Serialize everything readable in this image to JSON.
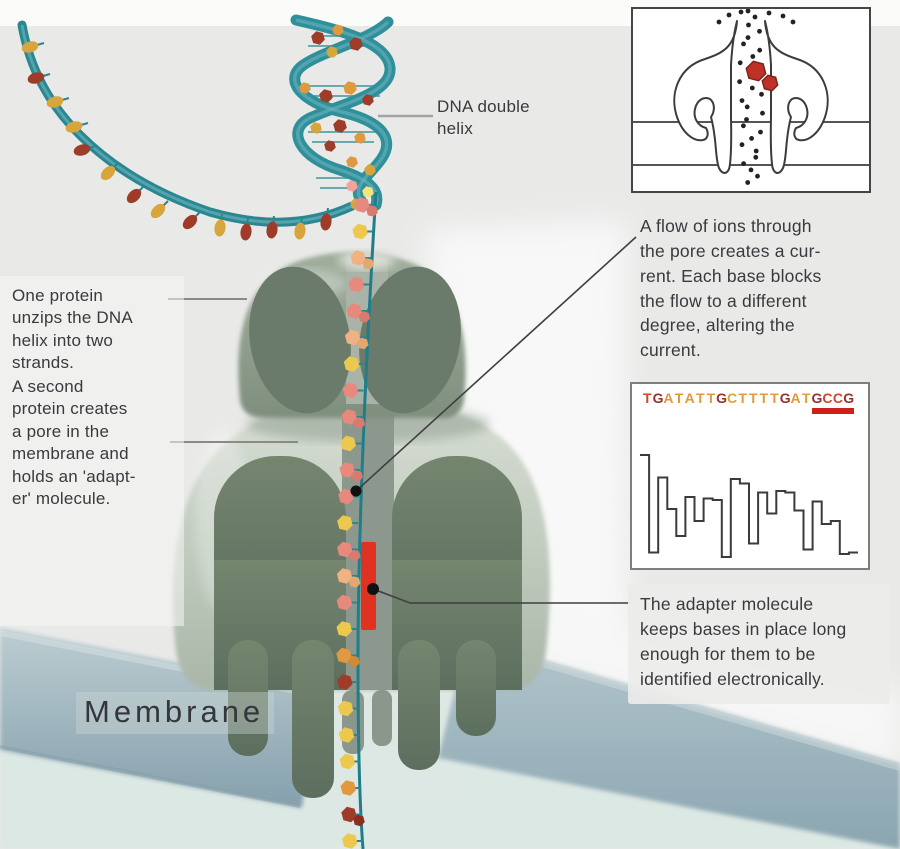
{
  "labels": {
    "dna_helix": "DNA double\nhelix",
    "unzip": "One protein\nunzips the DNA\nhelix into two\nstrands.",
    "pore": "A second\nprotein creates\na pore in the\nmembrane and\nholds an 'adapt-\ner' molecule.",
    "membrane": "Membrane",
    "ions": "A flow of ions through\nthe pore creates a cur-\nrent. Each base blocks\nthe flow to a different\ndegree, altering the\ncurrent.",
    "adapter": "The adapter molecule\nkeeps bases in place long\nenough for them to be\nidentified electronically."
  },
  "palette": {
    "teal": "#2a8791",
    "teal_light": "#6ab4bc",
    "salmon": "#e8897e",
    "peach": "#f0b183",
    "yellow": "#edc84e",
    "gold": "#d8a53c",
    "orange": "#e0993f",
    "darkred": "#9e3b29",
    "red": "#cf4632",
    "maroon": "#93352b",
    "salmonlight": "#f2a49c",
    "lightyellow": "#f3e57e",
    "adapter_red": "#e03220",
    "ion_dot": "#222222",
    "trace_line": "#3b3b3b",
    "underline": "#cc2019",
    "membrane_blue": "#9ab3bd",
    "protein_green": "#6c7d6c"
  },
  "inset_trace": {
    "sequence": "TGATATTGCTTTTGATGCCG",
    "letter_colors": [
      "red",
      "maroon",
      "orange",
      "orange",
      "orange",
      "orange",
      "orange",
      "maroon",
      "gold",
      "orange",
      "orange",
      "orange",
      "orange",
      "maroon",
      "orange",
      "gold",
      "maroon",
      "red",
      "red",
      "maroon"
    ],
    "underline_start_index": 16,
    "underline_length": 4,
    "trace_levels": [
      78,
      13,
      63,
      42,
      24,
      50,
      34,
      49,
      48,
      10,
      62,
      59,
      19,
      53,
      39,
      54,
      53,
      41,
      15,
      47,
      32,
      34,
      12,
      13
    ]
  },
  "illustration": {
    "strand_bases": [
      "salmon2",
      "yellow",
      "peach2",
      "salmon",
      "salmon2",
      "peach2",
      "yellow",
      "salmon",
      "salmon2",
      "yellow",
      "salmon2",
      "salmon",
      "yellow",
      "salmon2",
      "peach2",
      "salmon",
      "yellow",
      "orange2",
      "darkred",
      "yellow",
      "yellow",
      "yellow",
      "orange",
      "darkred2",
      "yellow"
    ],
    "curve_bases": [
      "gold",
      "darkred",
      "gold",
      "gold",
      "darkred",
      "gold",
      "darkred",
      "gold",
      "darkred",
      "gold",
      "darkred",
      "darkred",
      "gold",
      "darkred"
    ]
  }
}
